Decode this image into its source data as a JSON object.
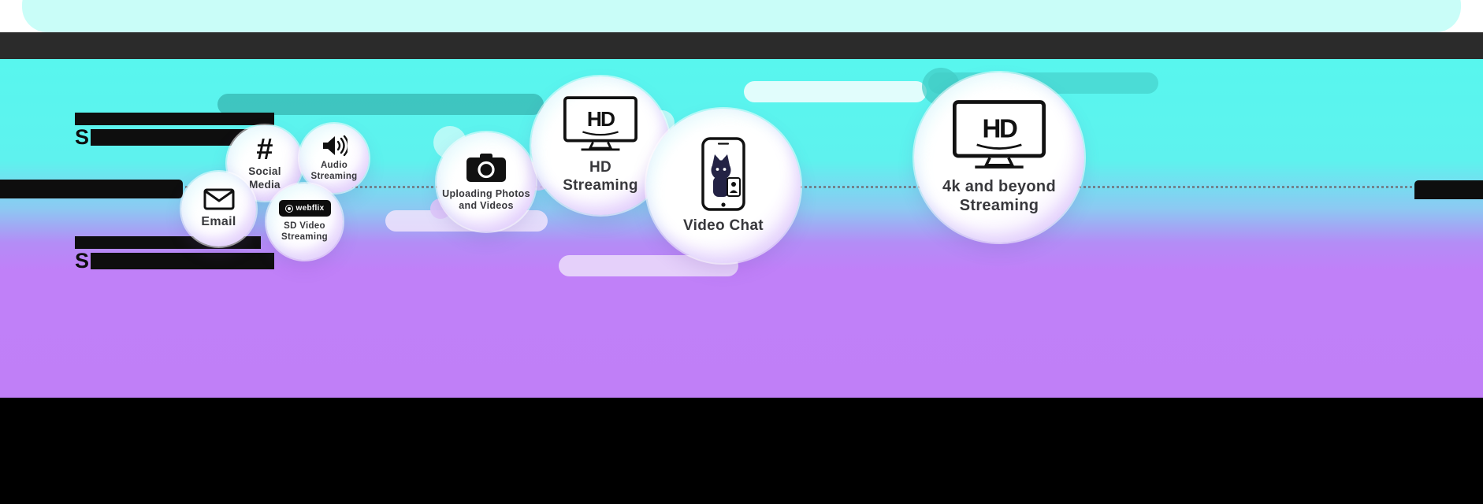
{
  "colors": {
    "cyan": "#58f6ee",
    "purple": "#c07ff7",
    "top_strip": "#c9fdf8",
    "dark_band": "#2b2b2b",
    "footer": "#000000"
  },
  "redacted": {
    "prefix_a": "S",
    "prefix_b": "S"
  },
  "bubbles": {
    "email": {
      "label": "Email"
    },
    "social": {
      "label": "Social Media",
      "glyph": "#"
    },
    "audio": {
      "label": "Audio Streaming"
    },
    "sd": {
      "label": "SD Video Streaming",
      "logo": "webflix"
    },
    "upload": {
      "label": "Uploading Photos and Videos"
    },
    "hd": {
      "label": "HD Streaming",
      "tv": "HD"
    },
    "video": {
      "label": "Video Chat"
    },
    "fourk": {
      "label": "4k and beyond Streaming",
      "tv": "HD"
    }
  }
}
